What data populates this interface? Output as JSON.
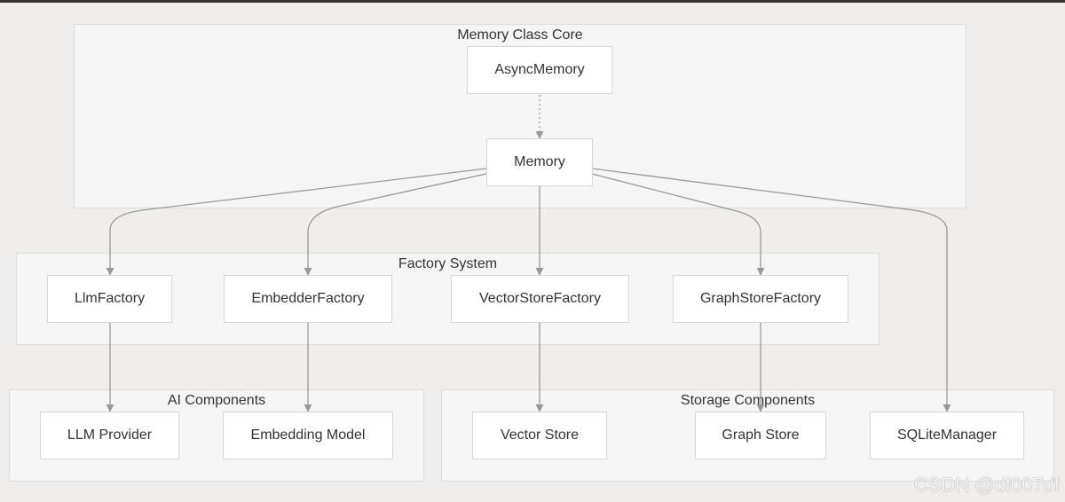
{
  "groups": {
    "core": "Memory Class Core",
    "factory": "Factory System",
    "ai": "AI Components",
    "storage": "Storage Components"
  },
  "nodes": {
    "async_memory": "AsyncMemory",
    "memory": "Memory",
    "llm_factory": "LlmFactory",
    "embedder_factory": "EmbedderFactory",
    "vector_store_factory": "VectorStoreFactory",
    "graph_store_factory": "GraphStoreFactory",
    "llm_provider": "LLM Provider",
    "embedding_model": "Embedding Model",
    "vector_store": "Vector Store",
    "graph_store": "Graph Store",
    "sqlite_manager": "SQLiteManager"
  },
  "edges": [
    {
      "from": "AsyncMemory",
      "to": "Memory",
      "style": "dotted"
    },
    {
      "from": "Memory",
      "to": "LlmFactory",
      "style": "solid"
    },
    {
      "from": "Memory",
      "to": "EmbedderFactory",
      "style": "solid"
    },
    {
      "from": "Memory",
      "to": "VectorStoreFactory",
      "style": "solid"
    },
    {
      "from": "Memory",
      "to": "GraphStoreFactory",
      "style": "solid"
    },
    {
      "from": "Memory",
      "to": "SQLiteManager",
      "style": "solid"
    },
    {
      "from": "LlmFactory",
      "to": "LLM Provider",
      "style": "solid"
    },
    {
      "from": "EmbedderFactory",
      "to": "Embedding Model",
      "style": "solid"
    },
    {
      "from": "VectorStoreFactory",
      "to": "Vector Store",
      "style": "solid"
    },
    {
      "from": "GraphStoreFactory",
      "to": "Graph Store",
      "style": "solid"
    }
  ],
  "watermark": "CSDN @df007df",
  "colors": {
    "background": "#efeeed",
    "group": "#f5f5f5",
    "node": "#ffffff",
    "edge": "#999999"
  }
}
